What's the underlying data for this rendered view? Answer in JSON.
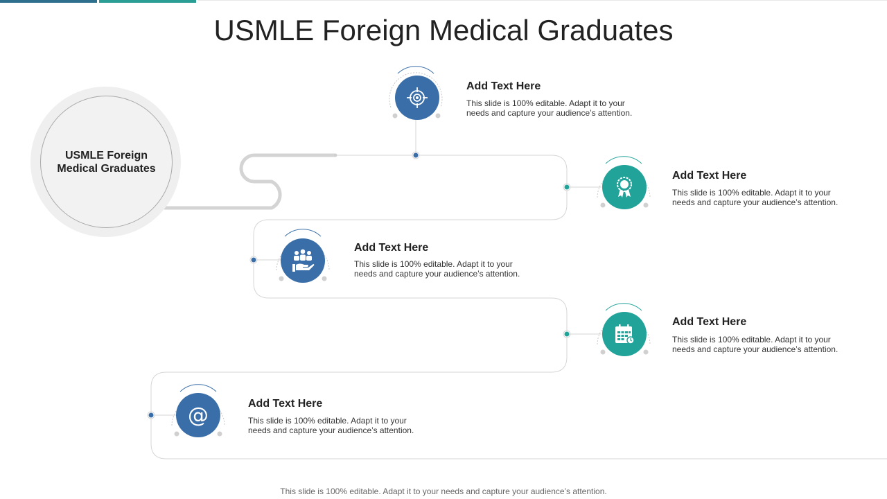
{
  "title": "USMLE Foreign Medical Graduates",
  "hub": {
    "label": "USMLE Foreign\nMedical Graduates"
  },
  "items": [
    {
      "title": "Add Text Here",
      "desc": "This slide is 100% editable. Adapt it to your needs and capture your audience’s attention.",
      "icon": "target-icon",
      "color": "#3a6ea8"
    },
    {
      "title": "Add Text Here",
      "desc": "This slide is 100% editable. Adapt it to your needs and capture your audience’s attention.",
      "icon": "award-ribbon-icon",
      "color": "#22a39a"
    },
    {
      "title": "Add Text Here",
      "desc": "This slide is 100% editable. Adapt it to your needs and capture your audience’s attention.",
      "icon": "people-hand-icon",
      "color": "#3a6ea8"
    },
    {
      "title": "Add Text Here",
      "desc": "This slide is 100% editable. Adapt it to your needs and capture your audience’s attention.",
      "icon": "calendar-icon",
      "color": "#22a39a"
    },
    {
      "title": "Add Text Here",
      "desc": "This slide is 100% editable. Adapt it to your needs and capture your audience’s attention.",
      "icon": "at-sign-icon",
      "color": "#3a6ea8"
    }
  ],
  "footer": "This slide is 100% editable. Adapt it to your needs and capture your audience’s attention.",
  "colors": {
    "blue": "#3a6ea8",
    "teal": "#22a39a",
    "line": "#d0d0d0",
    "hub": "#f2f2f2"
  }
}
